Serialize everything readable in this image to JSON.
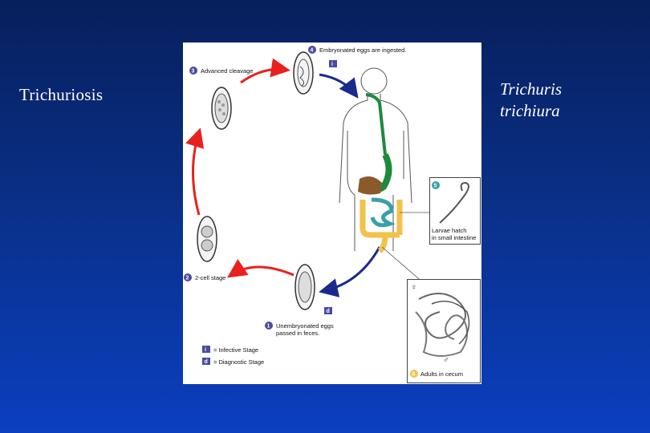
{
  "slide": {
    "title_left": "Trichuriosis",
    "title_right_line1": "Trichuris",
    "title_right_line2": "trichiura"
  },
  "lifecycle": {
    "stages": [
      {
        "number": "1",
        "label_line1": "Unembryonated eggs",
        "label_line2": "passed in feces."
      },
      {
        "number": "2",
        "label": "2-cell stage"
      },
      {
        "number": "3",
        "label": "Advanced cleavage"
      },
      {
        "number": "4",
        "label": "Embryonated eggs are ingested."
      },
      {
        "number": "5",
        "label_line1": "Larvae hatch",
        "label_line2": "in small intestine"
      },
      {
        "number": "6",
        "label": "Adults in cecum"
      }
    ],
    "marker_infective": "i",
    "marker_diagnostic": "d",
    "legend": {
      "infective": "= Infective Stage",
      "diagnostic": "= Diagnostic Stage"
    },
    "sex_symbols": {
      "female": "♀",
      "male": "♂"
    },
    "colors": {
      "red_arrow": "#e8211e",
      "blue_arrow": "#1a2a8c",
      "stage_badge": "#4a4aa0",
      "stomach": "#1e8a3c",
      "liver": "#8a5a2a",
      "intestine": "#f2c24a",
      "small_intestine": "#3aa0a8"
    }
  }
}
